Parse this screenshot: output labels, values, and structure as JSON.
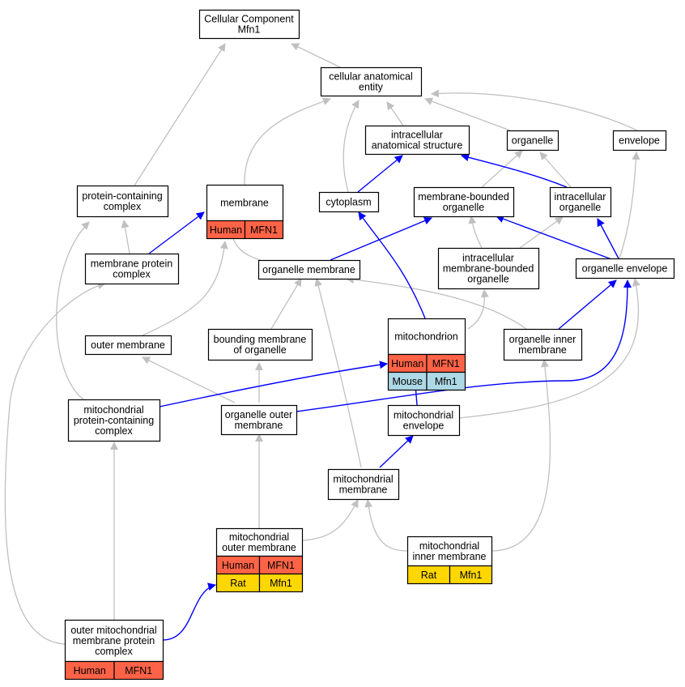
{
  "nodes": {
    "root": [
      "Cellular Component",
      "Mfn1"
    ],
    "cae": [
      "cellular anatomical",
      "entity"
    ],
    "ias": [
      "intracellular",
      "anatomical structure"
    ],
    "organelle": [
      "organelle"
    ],
    "envelope": [
      "envelope"
    ],
    "pcc": [
      "protein-containing",
      "complex"
    ],
    "membrane": [
      "membrane"
    ],
    "cytoplasm": [
      "cytoplasm"
    ],
    "mbo": [
      "membrane-bounded",
      "organelle"
    ],
    "io": [
      "intracellular",
      "organelle"
    ],
    "mpc": [
      "membrane protein",
      "complex"
    ],
    "om": [
      "organelle membrane"
    ],
    "imbo": [
      "intracellular",
      "membrane-bounded",
      "organelle"
    ],
    "oe": [
      "organelle envelope"
    ],
    "outer": [
      "outer membrane"
    ],
    "bmo": [
      "bounding membrane",
      "of organelle"
    ],
    "mito": [
      "mitochondrion"
    ],
    "oim": [
      "organelle inner",
      "membrane"
    ],
    "mpcc": [
      "mitochondrial",
      "protein-containing",
      "complex"
    ],
    "oom": [
      "organelle outer",
      "membrane"
    ],
    "me": [
      "mitochondrial",
      "envelope"
    ],
    "mm": [
      "mitochondrial",
      "membrane"
    ],
    "mom": [
      "mitochondrial",
      "outer membrane"
    ],
    "mim": [
      "mitochondrial",
      "inner membrane"
    ],
    "ompc": [
      "outer mitochondrial",
      "membrane protein",
      "complex"
    ]
  },
  "annotations": {
    "membrane": [
      [
        "Human",
        "MFN1"
      ]
    ],
    "mito": [
      [
        "Human",
        "MFN1"
      ],
      [
        "Mouse",
        "Mfn1"
      ]
    ],
    "mom": [
      [
        "Human",
        "MFN1"
      ],
      [
        "Rat",
        "Mfn1"
      ]
    ],
    "mim": [
      [
        "Rat",
        "Mfn1"
      ]
    ],
    "ompc": [
      [
        "Human",
        "MFN1"
      ]
    ]
  },
  "species_colors": {
    "Human": "#ff6347",
    "Mouse": "#add8e6",
    "Rat": "#ffd700"
  },
  "edge_colors": {
    "is_a": "#c0c0c0",
    "part_of": "#0000ff"
  }
}
